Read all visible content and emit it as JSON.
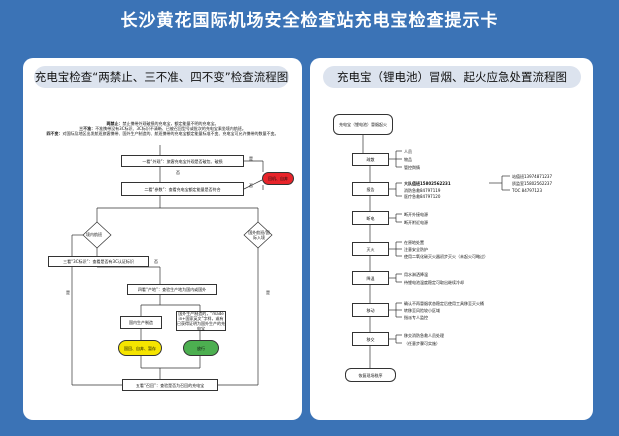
{
  "title": "长沙黄花国际机场安全检查站充电宝检查提示卡",
  "left": {
    "heading": "充电宝检查“两禁止、三不准、四不变”检查流程图",
    "intro": [
      {
        "label": "两禁止：",
        "text": "禁止携带外观破损的充电宝，额定能量不明的充电宝。"
      },
      {
        "label": "三不准：",
        "text": "不准携带没有3C标识、3C标识不清晰、已被召回型号或批次的充电宝乘坐境内航班。"
      },
      {
        "label": "四不变：",
        "text": "对国际及地区出发航班旅客携带、国外生产制造的、航班携带的充电宝额定能量标准不变、充电宝可允许携带的数量不变。"
      }
    ],
    "step1": "一看“外观”：旅客充电宝外观是否破包、破损",
    "step2": "二看“参数”：查看充电宝额定能量是否符合",
    "reject": "回机、自弃",
    "d_domestic": "境内航班",
    "d_intl": "国外航班/国际入境",
    "step3": "三看“3C标识”：查看是否有3C认证标识",
    "step4": "四看“产地”：查验生产地为国内或国外",
    "domestic_made": "国内生产制造",
    "foreign_made": "国外生产制造的，“made in+国家英文”字样，或有已获得证明为国外生产的充电宝",
    "recall_action": "国回、自弃、暂存",
    "pass": "放行",
    "step5": "五看“召回”：查验是否为召回的充电宝",
    "yes": "是",
    "no": "否",
    "colors": {
      "reject": "#e8242a",
      "recall": "#f5e400",
      "pass": "#4caf50"
    }
  },
  "right": {
    "heading": "充电宝（锂电池）冒烟、起火应急处置流程图",
    "start": "充电宝（锂电池）冒烟起火",
    "steps": [
      "疏散",
      "报告",
      "断电",
      "灭火",
      "降温",
      "移动",
      "移交"
    ],
    "end": "恢复现场秩序",
    "evacuate_items": [
      "人员",
      "物品",
      "管控舆情"
    ],
    "report_items": [
      "大队值班15802562231",
      "消防急救84797119",
      "医疗急救84797120"
    ],
    "report_extra": [
      "站值班13974871237",
      "质监室15802562237",
      "TOC 84797123"
    ],
    "power_items": [
      "断开外接电源",
      "断开附近电源"
    ],
    "fire_items": [
      "在原地处置",
      "注意安全防护",
      "使用二氧化碳灭火器初步灭火（未起火可略过）"
    ],
    "cool_items": [
      "用水淋洒降温",
      "待锂电池温度稳定可取出继续冷却"
    ],
    "move_items": [
      "确认不再冒烟状态稳定后使用工具移至灭火桶",
      "转移至风险较小区域",
      "指派专人监控"
    ],
    "handover_items": [
      "移交消防急救人员处理",
      "（任意步骤可实施）"
    ]
  }
}
